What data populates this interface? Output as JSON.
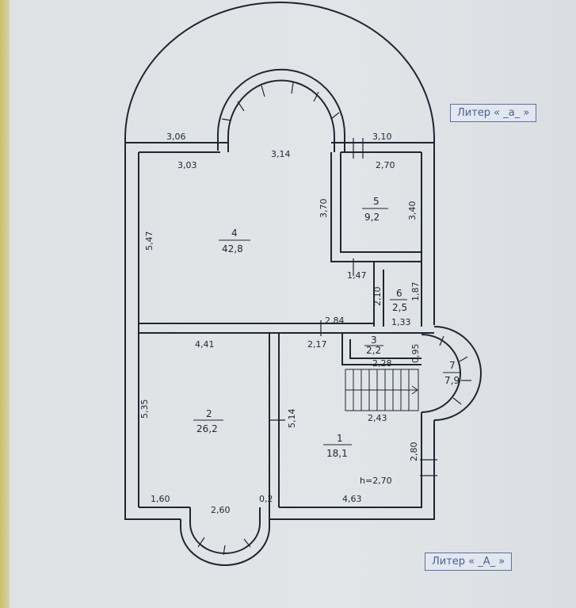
{
  "stamps": {
    "top": "Литер « _а_ »",
    "bottom": "Литер « _А_ »"
  },
  "rooms": [
    {
      "id": "4",
      "area": "42,8"
    },
    {
      "id": "5",
      "area": "9,2"
    },
    {
      "id": "6",
      "area": "2,5"
    },
    {
      "id": "3",
      "area": "2,2"
    },
    {
      "id": "7",
      "area": "7,9"
    },
    {
      "id": "2",
      "area": "26,2"
    },
    {
      "id": "1",
      "area": "18,1"
    }
  ],
  "dimensions": {
    "d306": "3,06",
    "d303": "3,03",
    "d314": "3,14",
    "d310": "3,10",
    "d270": "2,70",
    "d370": "3,70",
    "d340": "3,40",
    "d547": "5,47",
    "d147": "1,47",
    "d210": "2,10",
    "d187": "1,87",
    "d133": "1,33",
    "d284": "2,84",
    "d441": "4,41",
    "d217": "2,17",
    "d095": "0,95",
    "d228": "2,28",
    "d535": "5,35",
    "d514": "5,14",
    "d243": "2,43",
    "d280": "2,80",
    "dh": "h=2,70",
    "d160": "1,60",
    "d260": "2,60",
    "d02": "0,2",
    "d463": "4,63"
  }
}
